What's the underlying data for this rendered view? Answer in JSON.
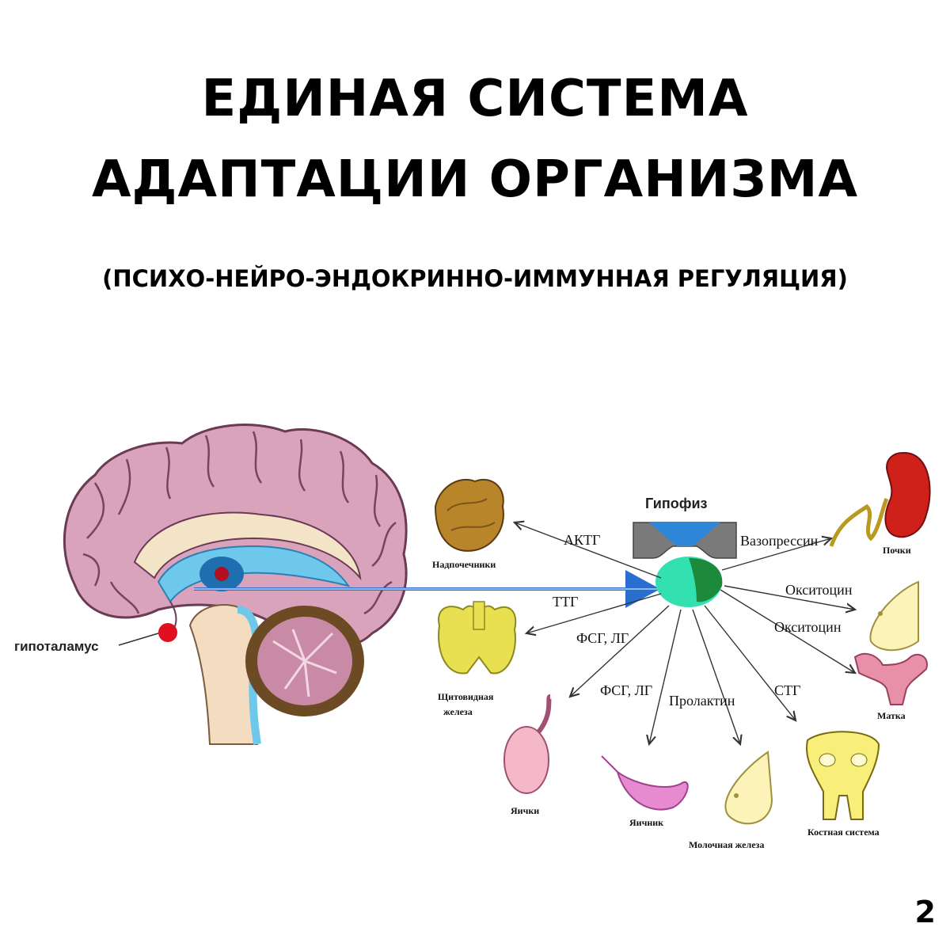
{
  "title": {
    "line1": "ЕДИНАЯ СИСТЕМА",
    "line2": "АДАПТАЦИИ ОРГАНИЗМА",
    "subtitle": "(ПСИХО-НЕЙРО-ЭНДОКРИННО-ИММУННАЯ РЕГУЛЯЦИЯ)"
  },
  "diagram": {
    "hypothalamus_label": "гипоталамус",
    "pituitary_label": "Гипофиз",
    "hormones": {
      "actg": "АКТГ",
      "ttg": "ТТГ",
      "fsg_lg_1": "ФСГ, ЛГ",
      "fsg_lg_2": "ФСГ, ЛГ",
      "prolactin": "Пролактин",
      "stg": "СТГ",
      "vasopressin": "Вазопрессин",
      "oxytocin_1": "Окситоцин",
      "oxytocin_2": "Окситоцин"
    },
    "organs": {
      "adrenals": "Надпочечники",
      "thyroid_1": "Щитовидная",
      "thyroid_2": "железа",
      "testes": "Яички",
      "ovary": "Яичник",
      "mammary": "Молочная железа",
      "skeleton": "Костная система",
      "uterus": "Матка",
      "kidneys": "Почки"
    }
  },
  "page_number": "2",
  "colors": {
    "brain": "#d8a0b8",
    "ventricle": "#6ec8ec",
    "arrow_blue": "#2a6fd0",
    "hypothalamus_dot": "#e01020",
    "pituitary_gland": "#33e0b0"
  }
}
